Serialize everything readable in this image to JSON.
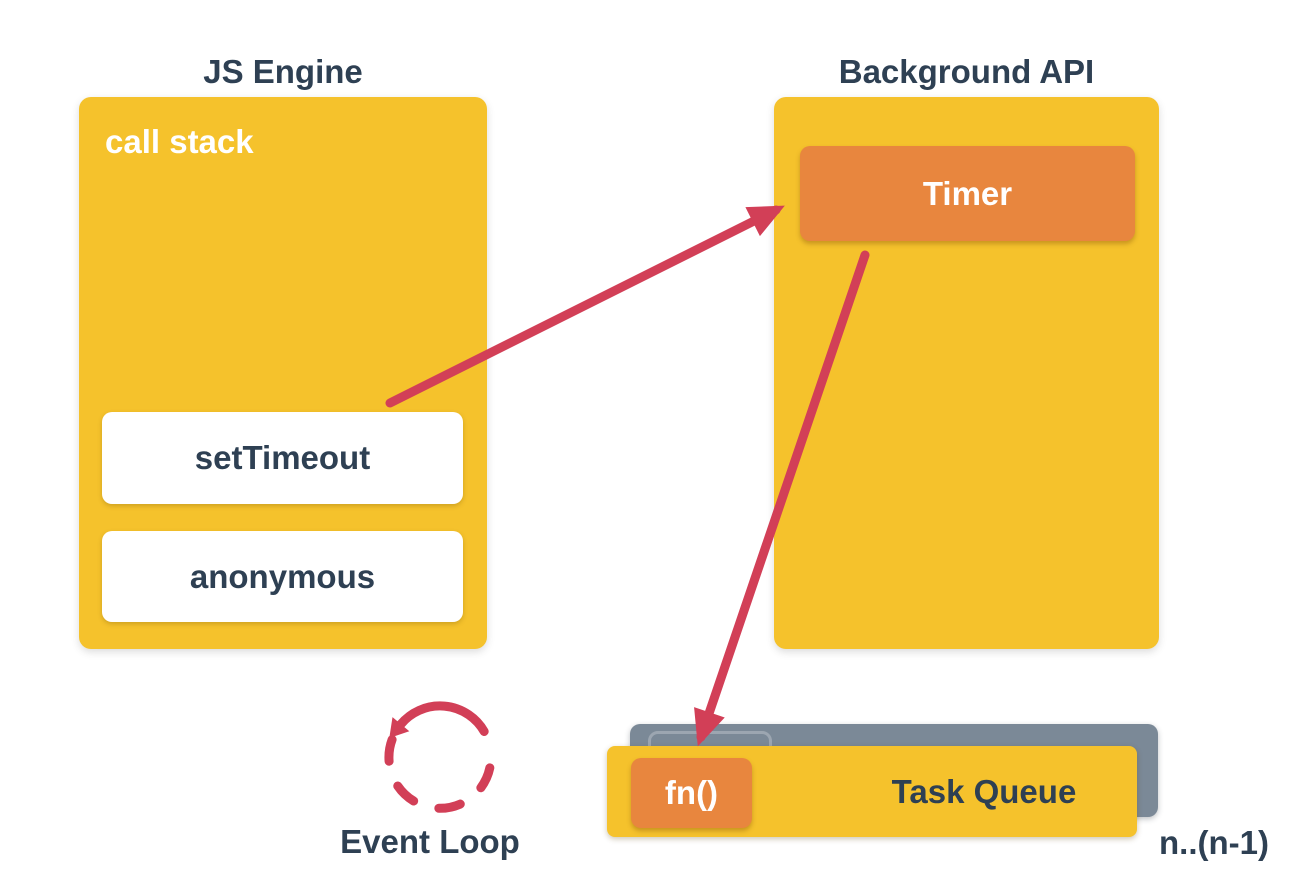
{
  "colors": {
    "yellow": "#F5C22C",
    "orange": "#E8863E",
    "red": "#D23F57",
    "navy": "#2E4053",
    "gray": "#7B8997"
  },
  "js_engine": {
    "title": "JS Engine",
    "panel_label": "call stack",
    "stack_items": [
      "setTimeout",
      "anonymous"
    ]
  },
  "background_api": {
    "title": "Background API",
    "items": [
      "Timer"
    ]
  },
  "task_queue": {
    "label": "Task Queue",
    "items": [
      "fn()"
    ],
    "annotation": "n..(n-1)"
  },
  "event_loop": {
    "label": "Event Loop"
  },
  "icons": {
    "event_loop_icon": "dashed-circular-arrow-loop",
    "arrow_1": "settimeout-to-timer-arrow",
    "arrow_2": "timer-to-task-queue-arrow"
  }
}
